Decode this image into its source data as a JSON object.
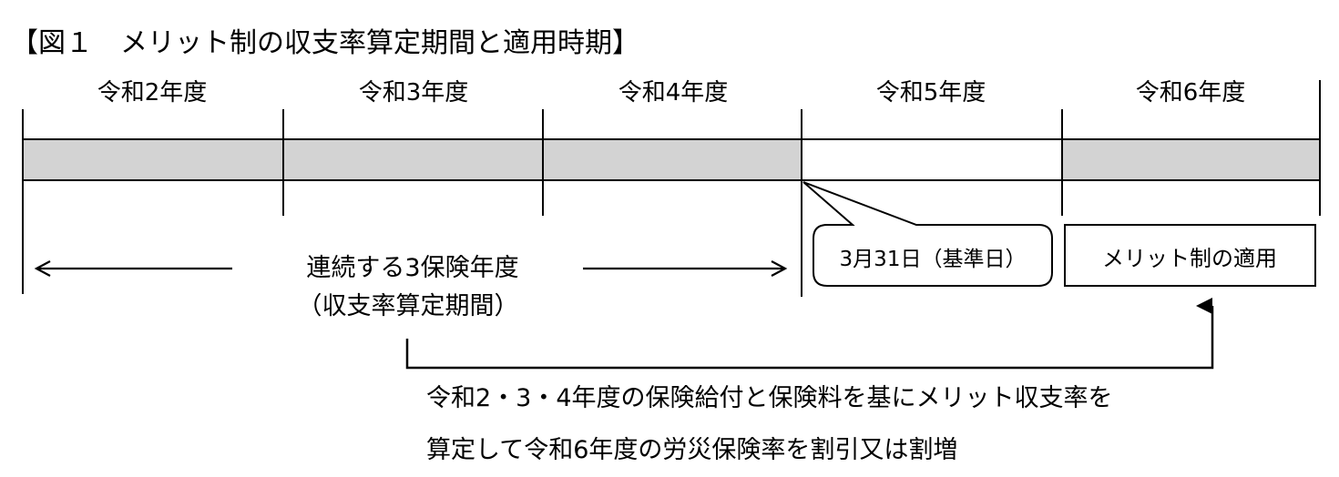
{
  "title": "【図１　メリット制の収支率算定期間と適用時期】",
  "years": [
    "令和2年度",
    "令和3年度",
    "令和4年度",
    "令和5年度",
    "令和6年度"
  ],
  "shaded_years": [
    "令和2年度",
    "令和3年度",
    "令和4年度",
    "令和6年度"
  ],
  "period_label_line1": "連続する3保険年度",
  "period_label_line2": "（収支率算定期間）",
  "reference_date": "3月31日（基準日）",
  "application_label": "メリット制の適用",
  "note_line1": "令和2・3・4年度の保険給付と保険料を基にメリット収支率を",
  "note_line2": "算定して令和6年度の労災保険率を割引又は割増",
  "colors": {
    "shade": "#d3d3d3",
    "line": "#000000"
  }
}
